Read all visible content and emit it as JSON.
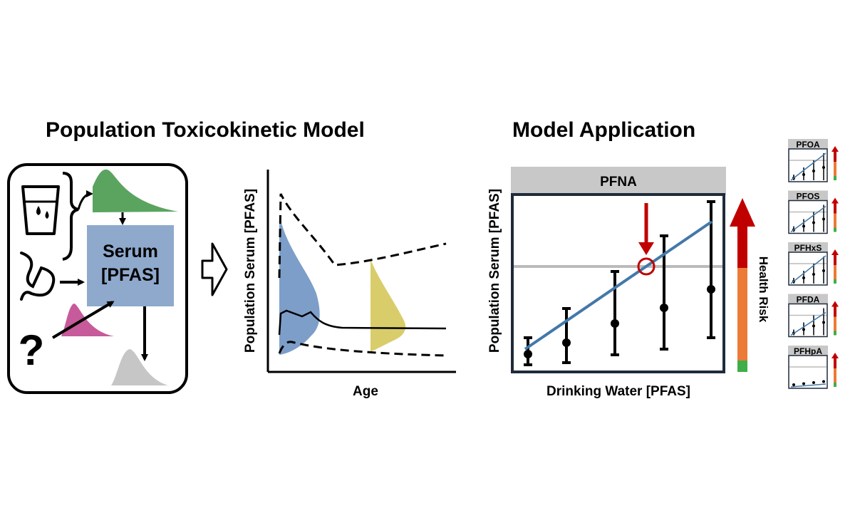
{
  "left_panel": {
    "title": "Population Toxicokinetic Model",
    "serum_box": {
      "line1": "Serum",
      "line2": "[PFAS]"
    },
    "icons": [
      "water-glass-icon",
      "pregnancy-icon",
      "question-mark-icon"
    ]
  },
  "middle_chart": {
    "ylabel": "Population Serum [PFAS]",
    "xlabel": "Age"
  },
  "right_panel": {
    "title": "Model Application",
    "main_chart": {
      "header": "PFNA",
      "ylabel": "Population Serum [PFAS]",
      "xlabel": "Drinking Water [PFAS]"
    },
    "risk_bar": {
      "label": "Health Risk"
    },
    "thumbnails": [
      "PFOA",
      "PFOS",
      "PFHxS",
      "PFDA",
      "PFHpA"
    ]
  },
  "colors": {
    "green": "#5aa460",
    "blue_box": "#8ea9cc",
    "pink": "#c75a9a",
    "gray_dist": "#c6c6c6",
    "blue_dist": "#7d9ec9",
    "yellow_dist": "#d8cd6a",
    "fit_line": "#4378a9",
    "risk_red": "#c00000",
    "risk_orange": "#ec7b37",
    "risk_green": "#3fae49",
    "header_gray": "#c8c8c8"
  }
}
